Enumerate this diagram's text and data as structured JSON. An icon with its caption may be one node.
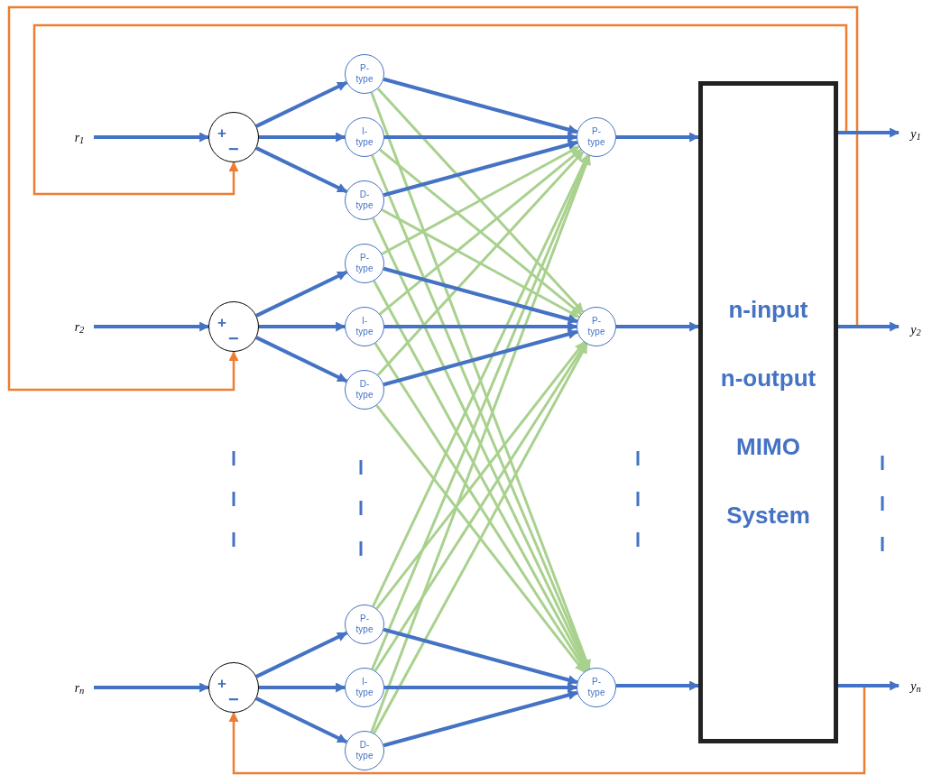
{
  "diagram": {
    "nodes": [
      {
        "text": [
          "r$_{1}$"
        ]
      },
      {
        "text": [
          "r$_{2}$"
        ]
      },
      {
        "text": [
          "r$_{n}$"
        ]
      },
      {
        "text": [
          "+",
          "−"
        ]
      },
      {
        "text": [
          "+",
          "−"
        ]
      },
      {
        "text": [
          "+",
          "−"
        ]
      },
      {
        "text": [
          "P- type"
        ]
      },
      {
        "text": [
          "I- type"
        ]
      },
      {
        "text": [
          "D- type"
        ]
      },
      {
        "text": [
          "P- type"
        ]
      },
      {
        "text": [
          "I- type"
        ]
      },
      {
        "text": [
          "D- type"
        ]
      },
      {
        "text": [
          "P- type"
        ]
      },
      {
        "text": [
          "I- type"
        ]
      },
      {
        "text": [
          "D- type"
        ]
      },
      {
        "text": [
          "P- type"
        ]
      },
      {
        "text": [
          "P- type"
        ]
      },
      {
        "text": [
          "P- type"
        ]
      },
      {
        "text": [
          "n-input",
          "n-output",
          "MIMO",
          "System"
        ]
      },
      {
        "text": [
          "y$_{1}$"
        ]
      },
      {
        "text": [
          "y$_{2}$"
        ]
      },
      {
        "text": [
          "y$_{n}$"
        ]
      }
    ],
    "edges": [
      {
        "from": 0,
        "to": 3,
        "arrow": "to"
      },
      {
        "from": 1,
        "to": 4,
        "arrow": "to"
      },
      {
        "from": 2,
        "to": 5,
        "arrow": "to"
      },
      {
        "from": 3,
        "to": 6,
        "arrow": "to"
      },
      {
        "from": 3,
        "to": 7,
        "arrow": "to"
      },
      {
        "from": 3,
        "to": 8,
        "arrow": "to"
      },
      {
        "from": 4,
        "to": 9,
        "arrow": "to"
      },
      {
        "from": 4,
        "to": 10,
        "arrow": "to"
      },
      {
        "from": 4,
        "to": 11,
        "arrow": "to"
      },
      {
        "from": 5,
        "to": 12,
        "arrow": "to"
      },
      {
        "from": 5,
        "to": 13,
        "arrow": "to"
      },
      {
        "from": 5,
        "to": 14,
        "arrow": "to"
      },
      {
        "from": 6,
        "to": 15,
        "arrow": "to"
      },
      {
        "from": 6,
        "to": 16,
        "arrow": "to",
        "color": "#a9d18e"
      },
      {
        "from": 6,
        "to": 17,
        "arrow": "to",
        "color": "#a9d18e"
      },
      {
        "from": 7,
        "to": 15,
        "arrow": "to"
      },
      {
        "from": 7,
        "to": 16,
        "arrow": "to",
        "color": "#a9d18e"
      },
      {
        "from": 7,
        "to": 17,
        "arrow": "to",
        "color": "#a9d18e"
      },
      {
        "from": 8,
        "to": 15,
        "arrow": "to"
      },
      {
        "from": 8,
        "to": 16,
        "arrow": "to",
        "color": "#a9d18e"
      },
      {
        "from": 8,
        "to": 17,
        "arrow": "to",
        "color": "#a9d18e"
      },
      {
        "from": 9,
        "to": 15,
        "arrow": "to",
        "color": "#a9d18e"
      },
      {
        "from": 9,
        "to": 16,
        "arrow": "to"
      },
      {
        "from": 9,
        "to": 17,
        "arrow": "to",
        "color": "#a9d18e"
      },
      {
        "from": 10,
        "to": 15,
        "arrow": "to",
        "color": "#a9d18e"
      },
      {
        "from": 10,
        "to": 16,
        "arrow": "to"
      },
      {
        "from": 10,
        "to": 17,
        "arrow": "to",
        "color": "#a9d18e"
      },
      {
        "from": 11,
        "to": 15,
        "arrow": "to",
        "color": "#a9d18e"
      },
      {
        "from": 11,
        "to": 16,
        "arrow": "to"
      },
      {
        "from": 11,
        "to": 17,
        "arrow": "to",
        "color": "#a9d18e"
      },
      {
        "from": 12,
        "to": 15,
        "arrow": "to",
        "color": "#a9d18e"
      },
      {
        "from": 12,
        "to": 16,
        "arrow": "to",
        "color": "#a9d18e"
      },
      {
        "from": 12,
        "to": 17,
        "arrow": "to"
      },
      {
        "from": 13,
        "to": 15,
        "arrow": "to",
        "color": "#a9d18e"
      },
      {
        "from": 13,
        "to": 16,
        "arrow": "to",
        "color": "#a9d18e"
      },
      {
        "from": 13,
        "to": 17,
        "arrow": "to"
      },
      {
        "from": 14,
        "to": 15,
        "arrow": "to",
        "color": "#a9d18e"
      },
      {
        "from": 14,
        "to": 16,
        "arrow": "to",
        "color": "#a9d18e"
      },
      {
        "from": 14,
        "to": 17,
        "arrow": "to"
      },
      {
        "from": 15,
        "to": 18,
        "arrow": "to"
      },
      {
        "from": 16,
        "to": 18,
        "arrow": "to"
      },
      {
        "from": 17,
        "to": 18,
        "arrow": "to"
      },
      {
        "from": 18,
        "to": 19,
        "arrow": "to"
      },
      {
        "from": 18,
        "to": 20,
        "arrow": "to"
      },
      {
        "from": 18,
        "to": 21,
        "arrow": "to"
      },
      {
        "from": 18,
        "to": 3,
        "arrow": "to",
        "color": "#ed7d31"
      },
      {
        "from": 18,
        "to": 4,
        "arrow": "to",
        "color": "#ed7d31"
      },
      {
        "from": 18,
        "to": 5,
        "arrow": "to",
        "color": "#ed7d31"
      }
    ]
  }
}
